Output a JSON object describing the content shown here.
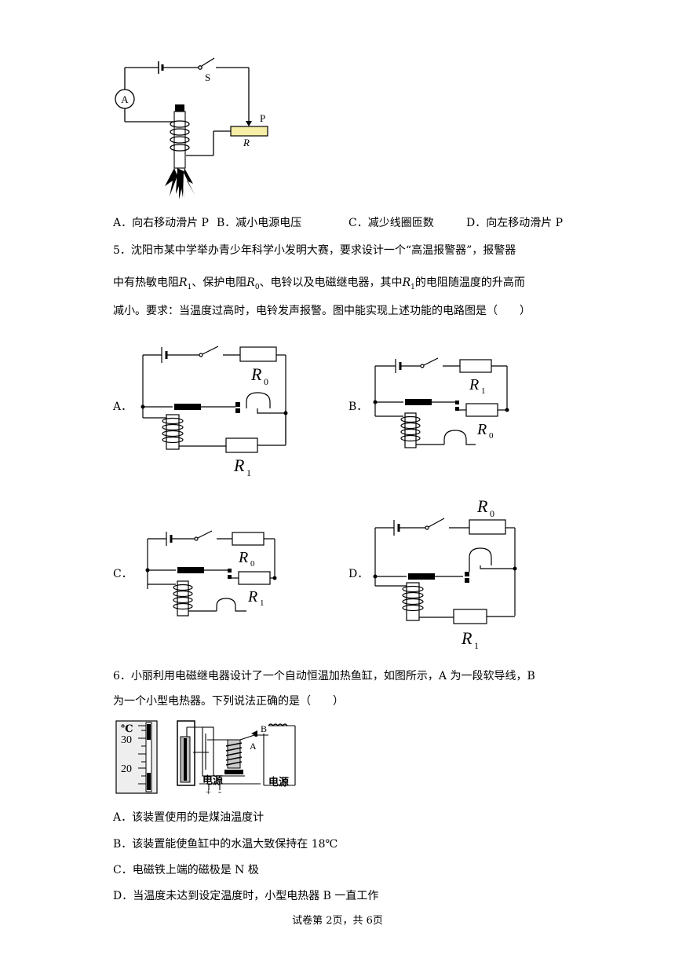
{
  "q4": {
    "fig_labels": {
      "ammeter": "A",
      "switch": "S",
      "slider": "P",
      "resistor": "R"
    },
    "options": [
      "A．向右移动滑片 P",
      "B．减小电源电压",
      "C．减少线圈匝数",
      "D．向左移动滑片 P"
    ]
  },
  "q5": {
    "line1": "5．沈阳市某中学举办青少年科学小发明大赛，要求设计一个“高温报警器”，报警器",
    "line2_a": "中有热敏电阻",
    "line2_b": "、保护电阻",
    "line2_c": "、电铃以及电磁继电器，其中",
    "line2_d": "的电阻随温度的升高而",
    "line3": "减小。要求：当温度过高时，电铃发声报警。图中能实现上述功能的电路图是（　　）",
    "sym_R": "R",
    "sub_1": "1",
    "sub_0": "0",
    "option_labels": [
      "A．",
      "B．",
      "C．",
      "D．"
    ]
  },
  "q6": {
    "line1": "6．小丽利用电磁继电器设计了一个自动恒温加热鱼缸，如图所示，A 为一段软导线，B",
    "line2": "为一个小型电热器。下列说法正确的是（　　）",
    "fig_labels": {
      "unit": "℃",
      "t30": "30",
      "t20": "20",
      "power1": "电源",
      "power2": "电源",
      "plus": "+",
      "minus": "-",
      "A": "A",
      "B": "B"
    },
    "options": [
      "A．该装置使用的是煤油温度计",
      "B．该装置能使鱼缸中的水温大致保持在 18℃",
      "C．电磁铁上端的磁极是 N 极",
      "D．当温度未达到设定温度时，小型电热器 B 一直工作"
    ]
  },
  "footer": "试卷第 2页，共 6页"
}
